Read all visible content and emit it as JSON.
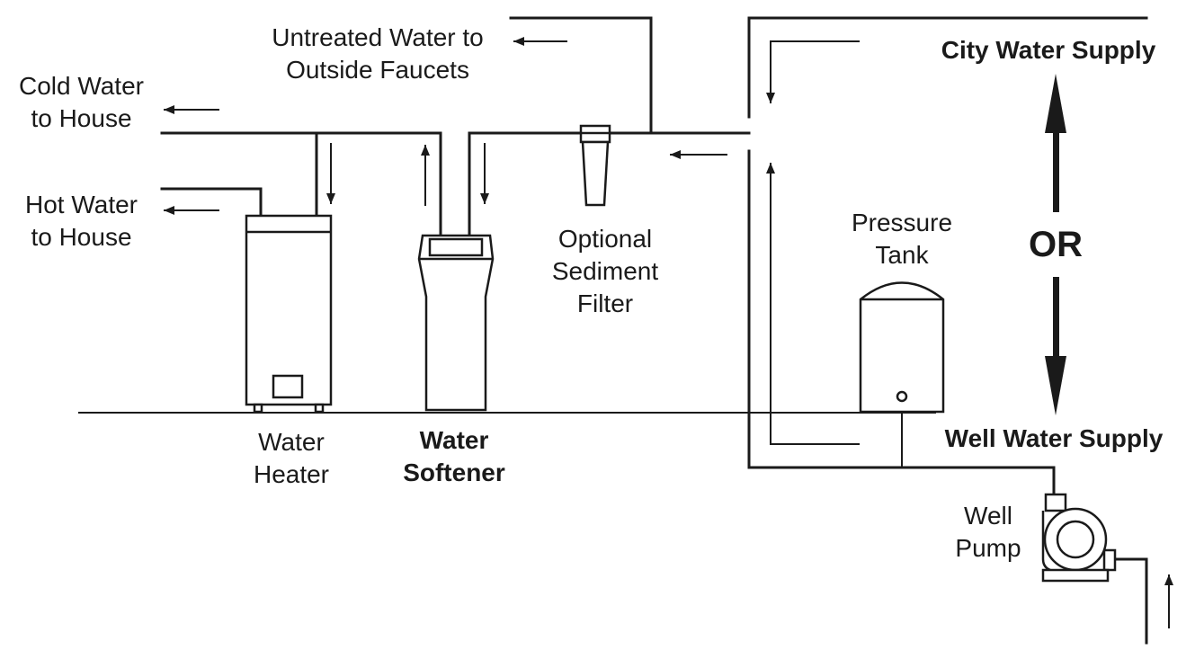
{
  "labels": {
    "untreated": [
      "Untreated Water to",
      "Outside Faucets"
    ],
    "cold": [
      "Cold Water",
      "to House"
    ],
    "hot": [
      "Hot Water",
      "to House"
    ],
    "sediment": [
      "Optional",
      "Sediment",
      "Filter"
    ],
    "pressure": [
      "Pressure",
      "Tank"
    ],
    "city": "City Water Supply",
    "well_supply": "Well Water Supply",
    "or": "OR",
    "heater": [
      "Water",
      "Heater"
    ],
    "softener": [
      "Water",
      "Softener"
    ],
    "pump": [
      "Well",
      "Pump"
    ]
  }
}
